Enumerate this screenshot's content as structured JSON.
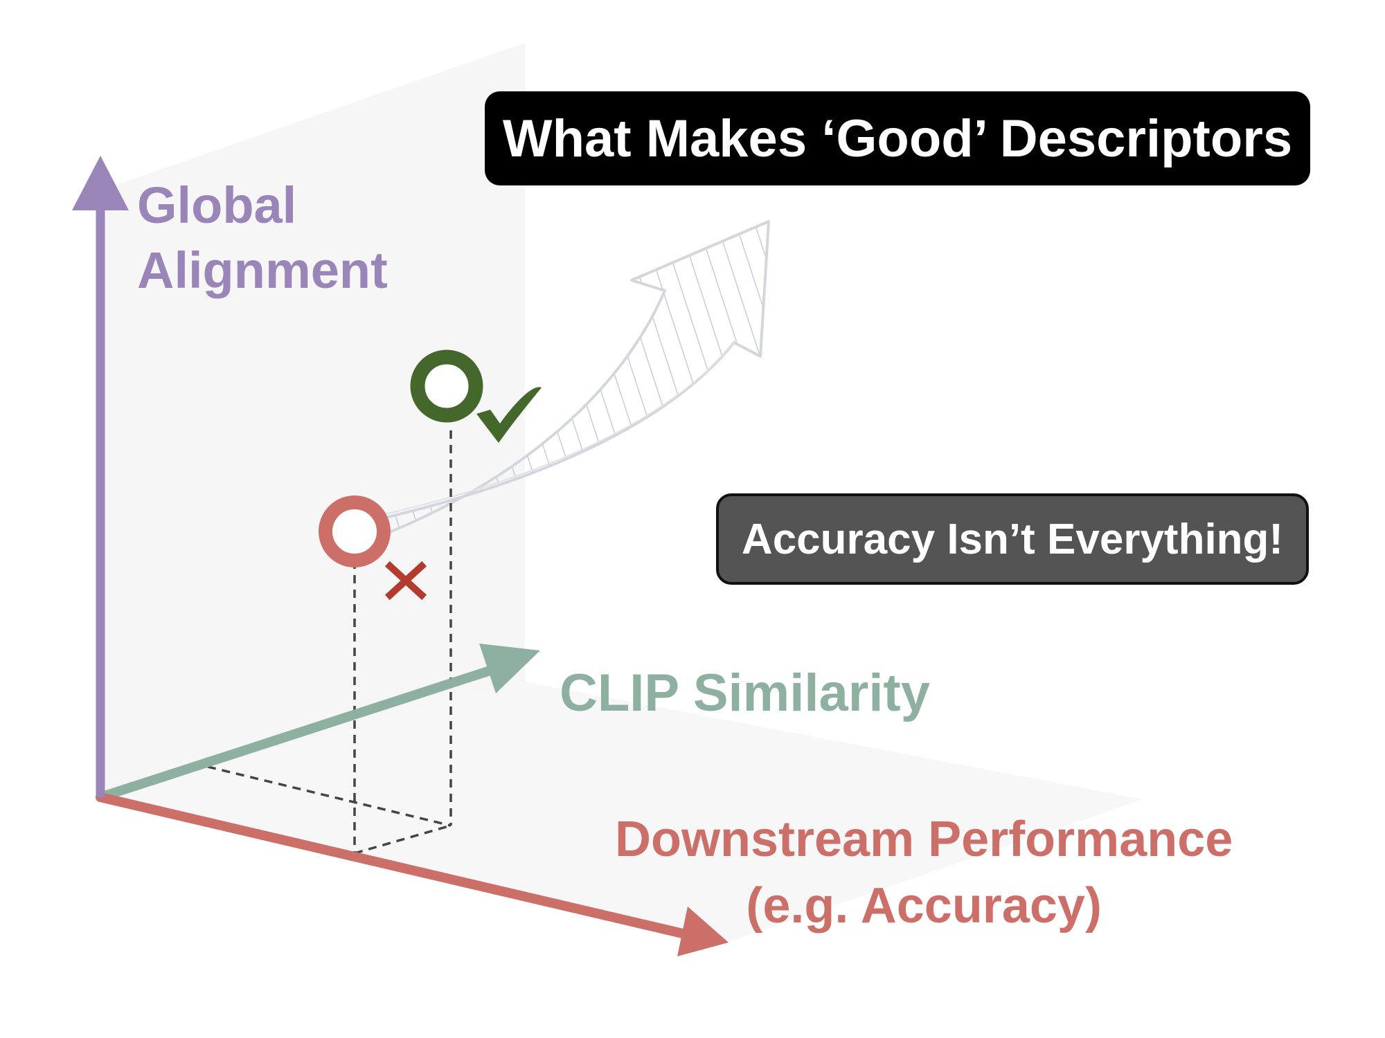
{
  "title": "What Makes ‘Good’ Descriptors",
  "callout": "Accuracy Isn’t Everything!",
  "axes": {
    "y_label_line1": "Global",
    "y_label_line2": "Alignment",
    "z_label": "CLIP Similarity",
    "x_label_line1": "Downstream Performance",
    "x_label_line2": "(e.g. Accuracy)"
  },
  "points": [
    {
      "status": "bad",
      "icon": "cross-icon"
    },
    {
      "status": "good",
      "icon": "checkmark-icon"
    }
  ],
  "colors": {
    "y_axis": "#9a85b8",
    "z_axis": "#8eb0a1",
    "x_axis": "#cd6f69",
    "good_point": "#44672c",
    "bad_point": "#cd6f69",
    "cross": "#b23b2e",
    "title_bg": "#000000",
    "callout_bg": "#545454"
  }
}
